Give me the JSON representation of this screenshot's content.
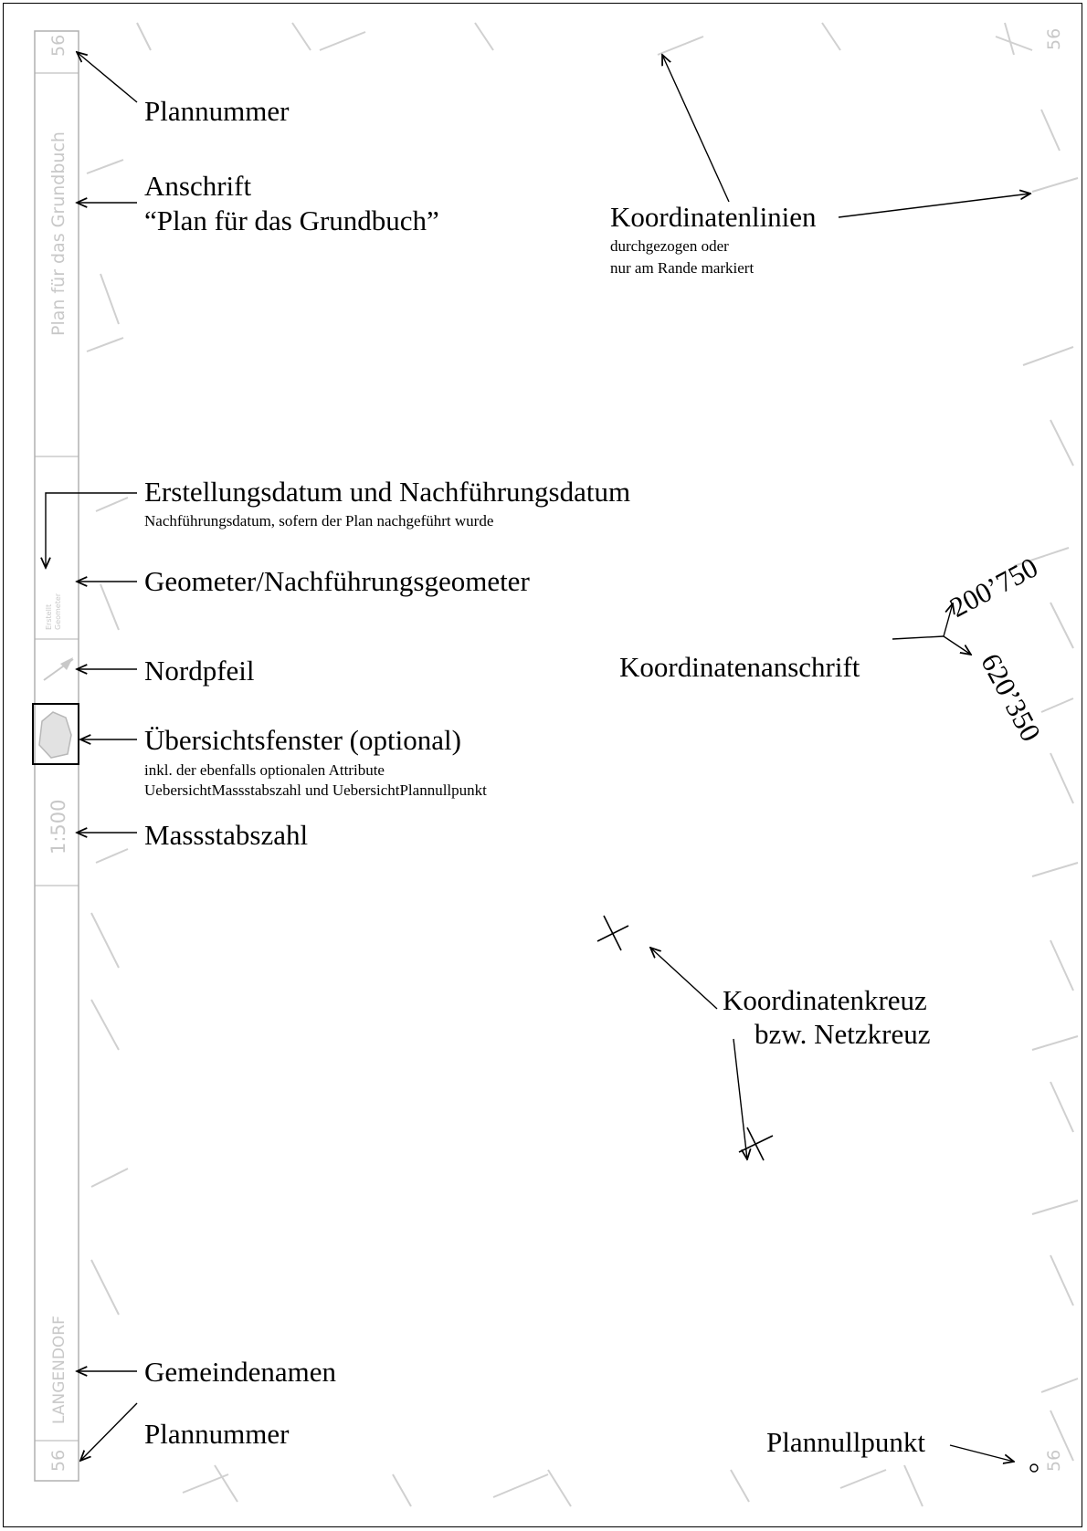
{
  "strip": {
    "plan_number": "56",
    "title": "Plan für das Grundbuch",
    "scale": "1:500",
    "municipality": "LANGENDORF",
    "geometer_line1": "Erstellt",
    "geometer_line2": "Geometer"
  },
  "labels": {
    "plannummer_top": "Plannummer",
    "anschrift": "Anschrift",
    "anschrift_quote": "“Plan für das Grundbuch”",
    "erstellungsdatum": "Erstellungsdatum und Nachführungsdatum",
    "erstellungsdatum_note": "Nachführungsdatum, sofern der Plan nachgeführt wurde",
    "geometer": "Geometer/Nachführungsgeometer",
    "nordpfeil": "Nordpfeil",
    "uebersicht": "Übersichtsfenster (optional)",
    "uebersicht_note1": "inkl. der ebenfalls optionalen Attribute",
    "uebersicht_note2": "UebersichtMassstabszahl und UebersichtPlannullpunkt",
    "massstab": "Massstabszahl",
    "gemeinde": "Gemeindenamen",
    "plannummer_bottom": "Plannummer",
    "koordinatenlinien": "Koordinatenlinien",
    "koordinatenlinien_note1": "durchgezogen oder",
    "koordinatenlinien_note2": "nur am Rande markiert",
    "koordinatenanschrift": "Koordinatenanschrift",
    "coord_east": "200’750",
    "coord_north": "620’350",
    "koordinatenkreuz1": "Koordinatenkreuz",
    "koordinatenkreuz2": "bzw. Netzkreuz",
    "plannullpunkt": "Plannullpunkt",
    "corner_number": "56"
  }
}
